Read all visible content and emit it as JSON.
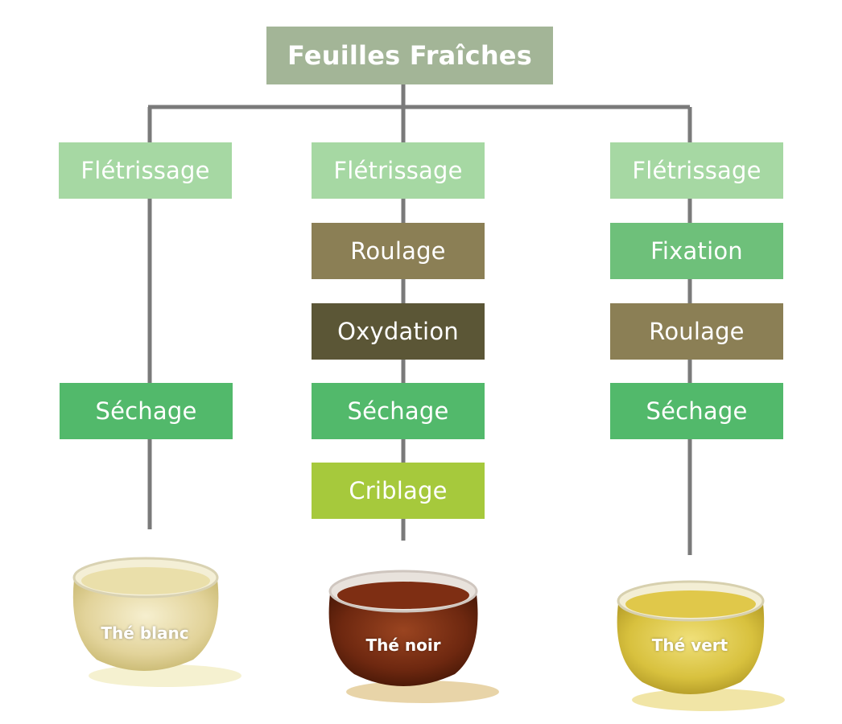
{
  "diagram": {
    "root": {
      "label": "Feuilles Fraîches",
      "color": "#a3b597"
    },
    "branches": [
      {
        "id": "blanc",
        "steps": [
          {
            "label": "Flétrissage",
            "color": "#a6d8a3"
          },
          {
            "label": "Séchage",
            "color": "#52b96b"
          }
        ],
        "result": {
          "label": "Thé blanc",
          "liquor_color": "#e6d9a2"
        }
      },
      {
        "id": "noir",
        "steps": [
          {
            "label": "Flétrissage",
            "color": "#a6d8a3"
          },
          {
            "label": "Roulage",
            "color": "#8b7f55"
          },
          {
            "label": "Oxydation",
            "color": "#5b5636"
          },
          {
            "label": "Séchage",
            "color": "#52b96b"
          },
          {
            "label": "Criblage",
            "color": "#a6c93c"
          }
        ],
        "result": {
          "label": "Thé noir",
          "liquor_color": "#7a2c12"
        }
      },
      {
        "id": "vert",
        "steps": [
          {
            "label": "Flétrissage",
            "color": "#a6d8a3"
          },
          {
            "label": "Fixation",
            "color": "#6ec07a"
          },
          {
            "label": "Roulage",
            "color": "#8b7f55"
          },
          {
            "label": "Séchage",
            "color": "#52b96b"
          }
        ],
        "result": {
          "label": "Thé vert",
          "liquor_color": "#dcc546"
        }
      }
    ],
    "line_color": "#7a7a7a"
  }
}
